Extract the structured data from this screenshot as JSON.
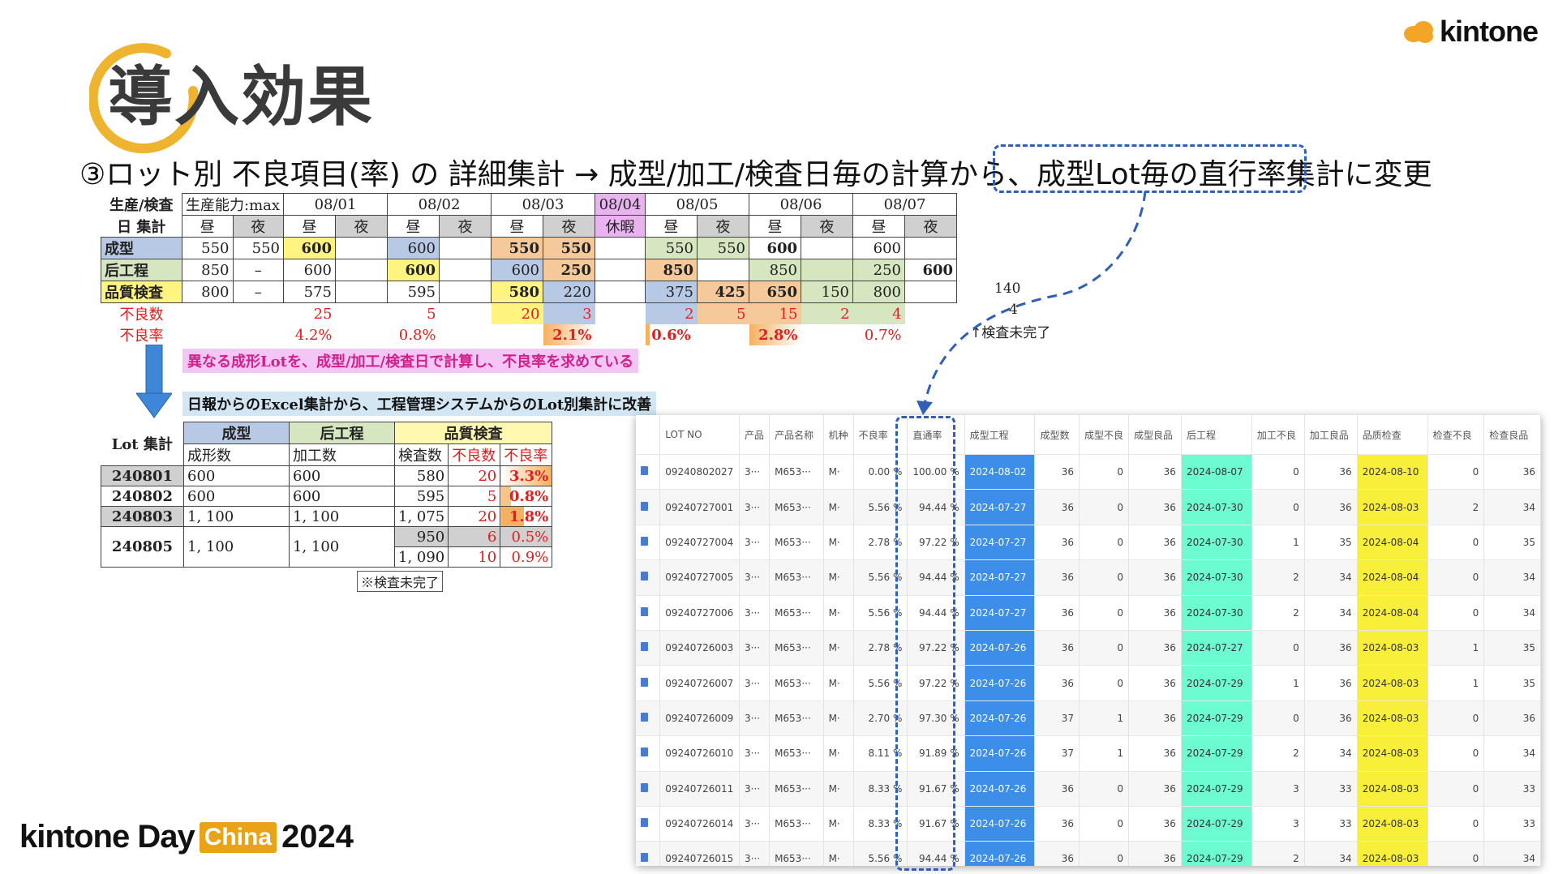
{
  "title": "導入効果",
  "brand": "kintone",
  "subtitle": {
    "lead": "③ロット別 不良項目(率) の 詳細集計 → 成型/加工/検査日毎の計算から、",
    "boxed": "成型Lot毎の直行率集計",
    "tail": "に変更"
  },
  "event": {
    "a": "kintone Day",
    "b": "China",
    "c": "2024"
  },
  "daily": {
    "h1": "生産/検査",
    "h2": "日 集計",
    "cap": "生産能力:max",
    "day": "昼",
    "night": "夜",
    "dates": [
      "08/01",
      "08/02",
      "08/03",
      "08/04",
      "08/05",
      "08/06",
      "08/07"
    ],
    "holiday": "休暇",
    "rows": [
      {
        "label": "成型",
        "cap": [
          "550",
          "550"
        ],
        "vals": [
          "600",
          "",
          "600",
          "",
          "550",
          "550",
          "",
          "550",
          "550",
          "600",
          "",
          "600",
          ""
        ]
      },
      {
        "label": "后工程",
        "cap": [
          "850",
          "–"
        ],
        "vals": [
          "600",
          "",
          "600",
          "",
          "600",
          "250",
          "",
          "850",
          "",
          "850",
          "",
          "250",
          "600"
        ]
      },
      {
        "label": "品質検査",
        "cap": [
          "800",
          "–"
        ],
        "vals": [
          "575",
          "",
          "595",
          "",
          "580",
          "220",
          "",
          "375",
          "425",
          "650",
          "150",
          "800",
          ""
        ]
      }
    ],
    "defect_label": "不良数",
    "defect_vals": [
      "25",
      "",
      "5",
      "",
      "20",
      "3",
      "",
      "2",
      "5",
      "15",
      "2",
      "4",
      ""
    ],
    "rate_label": "不良率",
    "rate_vals": [
      "4.2%",
      "",
      "0.8%",
      "",
      "2.1%",
      "",
      "0.6%",
      "",
      "2.8%",
      "",
      "0.7%",
      ""
    ]
  },
  "notes": {
    "n140": "140",
    "n4": "4",
    "incomplete": "↑検査未完了",
    "incomplete2": "※検査未完了"
  },
  "pink_note": "異なる成形Lotを、成型/加工/検査日で計算し、不良率を求めている",
  "blue_note": "日報からのExcel集計から、工程管理システムからのLot別集計に改善",
  "lot": {
    "label": "Lot 集計",
    "h_mold": "成型",
    "h_post": "后工程",
    "h_qc": "品質検査",
    "s_mold": "成形数",
    "s_post": "加工数",
    "s_qc": "検査数",
    "s_def": "不良数",
    "s_rate": "不良率",
    "rows": [
      {
        "lot": "240801",
        "mold": "600",
        "post": "600",
        "qc": "580",
        "def": "20",
        "rate": "3.3%"
      },
      {
        "lot": "240802",
        "mold": "600",
        "post": "600",
        "qc": "595",
        "def": "5",
        "rate": "0.8%"
      },
      {
        "lot": "240803",
        "mold": "1, 100",
        "post": "1, 100",
        "qc": "1, 075",
        "def": "20",
        "rate": "1.8%"
      },
      {
        "lot": "240805",
        "mold": "1, 100",
        "post": "1, 100",
        "qc": "950",
        "def": "6",
        "rate": "0.5%",
        "qc2": "1, 090",
        "def2": "10",
        "rate2": "0.9%"
      }
    ]
  },
  "grid": {
    "headers": [
      "",
      "LOT NO",
      "产品",
      "产品名称",
      "机种",
      "不良率",
      "直通率",
      "成型工程",
      "成型数",
      "成型不良",
      "成型良品",
      "后工程",
      "加工不良",
      "加工良品",
      "品质检查",
      "检查不良",
      "检查良品"
    ],
    "rows": [
      [
        "09240802027",
        "3···",
        "M653···",
        "M·",
        "0.00 %",
        "100.00 %",
        "2024-08-02",
        "36",
        "0",
        "36",
        "2024-08-07",
        "0",
        "36",
        "2024-08-10",
        "0",
        "36"
      ],
      [
        "09240727001",
        "3···",
        "M653···",
        "M·",
        "5.56 %",
        "94.44 %",
        "2024-07-27",
        "36",
        "0",
        "36",
        "2024-07-30",
        "0",
        "36",
        "2024-08-03",
        "2",
        "34"
      ],
      [
        "09240727004",
        "3···",
        "M653···",
        "M·",
        "2.78 %",
        "97.22 %",
        "2024-07-27",
        "36",
        "0",
        "36",
        "2024-07-30",
        "1",
        "35",
        "2024-08-04",
        "0",
        "35"
      ],
      [
        "09240727005",
        "3···",
        "M653···",
        "M·",
        "5.56 %",
        "94.44 %",
        "2024-07-27",
        "36",
        "0",
        "36",
        "2024-07-30",
        "2",
        "34",
        "2024-08-04",
        "0",
        "34"
      ],
      [
        "09240727006",
        "3···",
        "M653···",
        "M·",
        "5.56 %",
        "94.44 %",
        "2024-07-27",
        "36",
        "0",
        "36",
        "2024-07-30",
        "2",
        "34",
        "2024-08-04",
        "0",
        "34"
      ],
      [
        "09240726003",
        "3···",
        "M653···",
        "M·",
        "2.78 %",
        "97.22 %",
        "2024-07-26",
        "36",
        "0",
        "36",
        "2024-07-27",
        "0",
        "36",
        "2024-08-03",
        "1",
        "35"
      ],
      [
        "09240726007",
        "3···",
        "M653···",
        "M·",
        "5.56 %",
        "97.22 %",
        "2024-07-26",
        "36",
        "0",
        "36",
        "2024-07-29",
        "1",
        "36",
        "2024-08-03",
        "1",
        "35"
      ],
      [
        "09240726009",
        "3···",
        "M653···",
        "M·",
        "2.70 %",
        "97.30 %",
        "2024-07-26",
        "37",
        "1",
        "36",
        "2024-07-29",
        "0",
        "36",
        "2024-08-03",
        "0",
        "36"
      ],
      [
        "09240726010",
        "3···",
        "M653···",
        "M·",
        "8.11 %",
        "91.89 %",
        "2024-07-26",
        "37",
        "1",
        "36",
        "2024-07-29",
        "2",
        "34",
        "2024-08-03",
        "0",
        "34"
      ],
      [
        "09240726011",
        "3···",
        "M653···",
        "M·",
        "8.33 %",
        "91.67 %",
        "2024-07-26",
        "36",
        "0",
        "36",
        "2024-07-29",
        "3",
        "33",
        "2024-08-03",
        "0",
        "33"
      ],
      [
        "09240726014",
        "3···",
        "M653···",
        "M·",
        "8.33 %",
        "91.67 %",
        "2024-07-26",
        "36",
        "0",
        "36",
        "2024-07-29",
        "3",
        "33",
        "2024-08-03",
        "0",
        "33"
      ],
      [
        "09240726015",
        "3···",
        "M653···",
        "M·",
        "5.56 %",
        "94.44 %",
        "2024-07-26",
        "36",
        "0",
        "36",
        "2024-07-29",
        "2",
        "34",
        "2024-08-03",
        "0",
        "34"
      ]
    ]
  }
}
